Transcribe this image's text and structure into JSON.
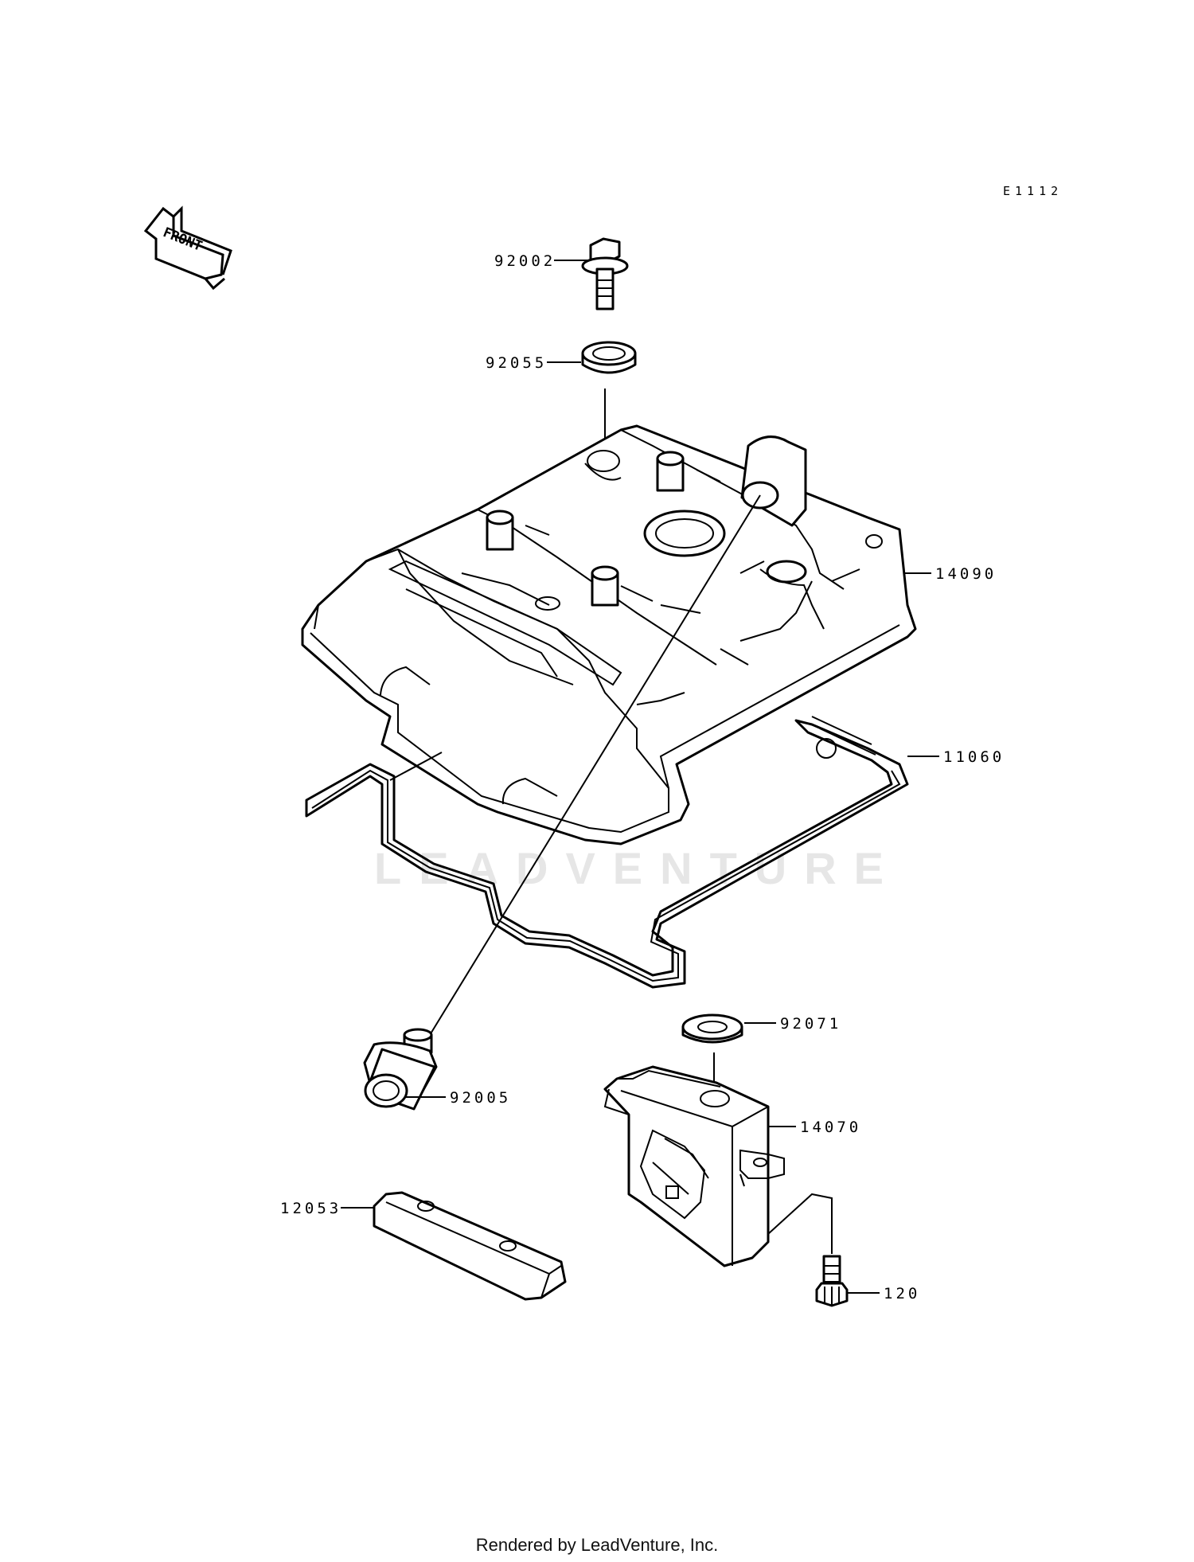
{
  "diagram_code": "E1112",
  "front_label": "FRONT",
  "callouts": {
    "p92002": "92002",
    "p92055": "92055",
    "p14090": "14090",
    "p11060": "11060",
    "p92071": "92071",
    "p92005": "92005",
    "p14070": "14070",
    "p12053": "12053",
    "p120": "120"
  },
  "watermark": "LEADVENTURE",
  "footer": "Rendered by LeadVenture, Inc."
}
